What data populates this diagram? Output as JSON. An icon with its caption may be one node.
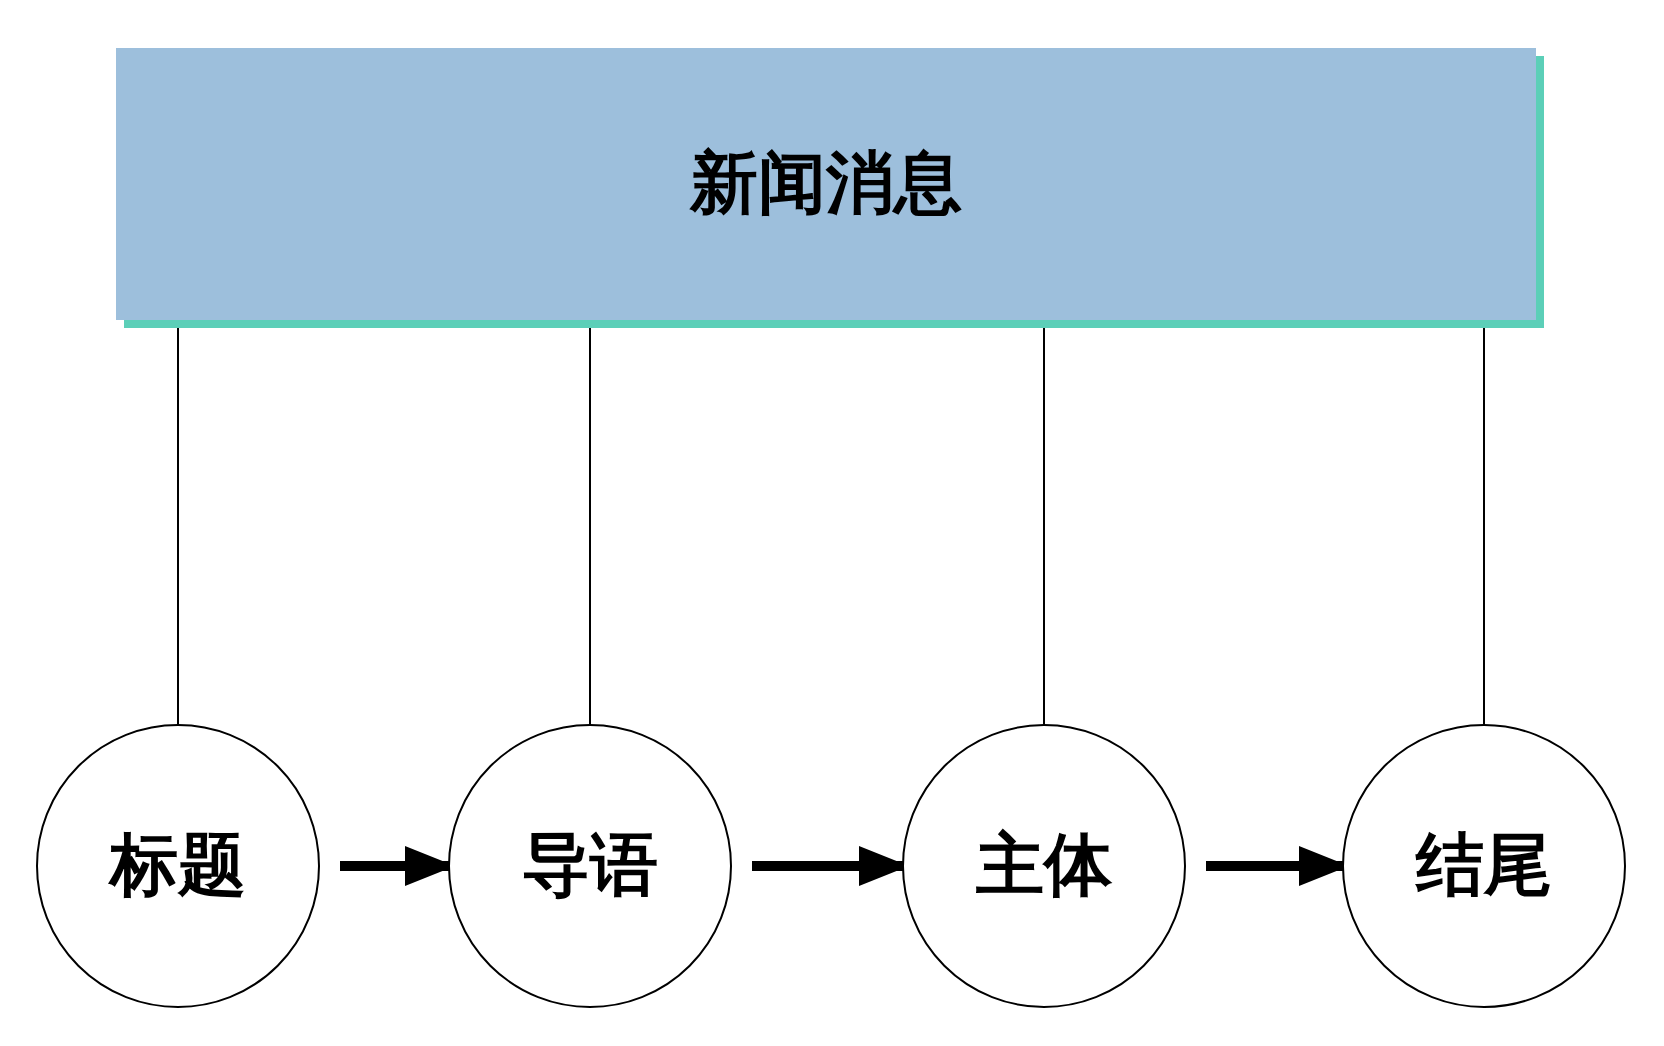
{
  "diagram": {
    "nodes": [
      {
        "text": [
          "新闻消息"
        ]
      },
      {
        "text": [
          "标题"
        ]
      },
      {
        "text": [
          "导语"
        ]
      },
      {
        "text": [
          "主体"
        ]
      },
      {
        "text": [
          "结尾"
        ]
      }
    ],
    "edges": [
      {
        "from": 0,
        "to": 1,
        "arrow": "none"
      },
      {
        "from": 0,
        "to": 2,
        "arrow": "none"
      },
      {
        "from": 0,
        "to": 3,
        "arrow": "none"
      },
      {
        "from": 0,
        "to": 4,
        "arrow": "none"
      },
      {
        "from": 1,
        "to": 2,
        "arrow": "to",
        "style": "thick"
      },
      {
        "from": 2,
        "to": 3,
        "arrow": "to",
        "style": "thick"
      },
      {
        "from": 3,
        "to": 4,
        "arrow": "to",
        "style": "thick"
      }
    ]
  }
}
